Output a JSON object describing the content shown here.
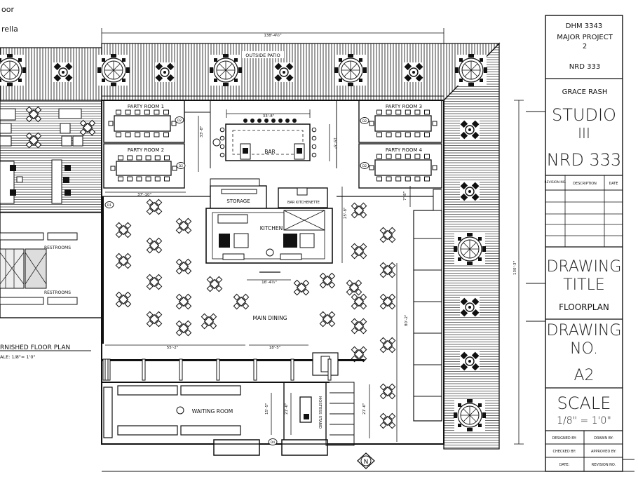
{
  "title_block": {
    "course": "DHM 3343",
    "project_line1": "MAJOR PROJECT",
    "project_line2": "2",
    "course_code": "NRD 333",
    "designer_name": "GRACE RASH",
    "studio_line1": "STUDIO",
    "studio_line2": "III",
    "studio_code": "NRD 333",
    "revision_headers": [
      "REVISION NO.",
      "DESCRIPTION",
      "DATE"
    ],
    "drawing_title_line1": "DRAWING",
    "drawing_title_line2": "TITLE",
    "drawing_title_value": "FLOORPLAN",
    "drawing_no_line1": "DRAWING",
    "drawing_no_line2": "NO.",
    "drawing_no_value": "A2",
    "scale_label": "SCALE",
    "scale_value": "1/8\" = 1'0\"",
    "sign_labels": [
      "DESIGNED BY:",
      "DRAWN BY:",
      "CHECKED BY:",
      "APPROVED BY:",
      "DATE:",
      "REVISION NO."
    ]
  },
  "left_fragment": {
    "line1": "oor",
    "line2": "rella",
    "plan_title": "RNISHED FLOOR PLAN",
    "plan_scale": "ALE: 1/8\"= 1'0\""
  },
  "rooms": {
    "outside_patio": "OUTSIDE PATIO",
    "party_room_1": "PARTY ROOM 1",
    "party_room_2": "PARTY ROOM 2",
    "party_room_3": "PARTY ROOM 3",
    "party_room_4": "PARTY ROOM 4",
    "bar": "BAR",
    "storage": "STORAGE",
    "bar_kitchenette": "BAR KITCHENETTE",
    "kitchen": "KITCHEN",
    "restrooms_1": "RESTROOMS",
    "restrooms_2": "RESTROOMS",
    "main_dining": "MAIN DINING",
    "waiting_room": "WAITING ROOM",
    "hostess_stand": "HOSTESS STAND"
  },
  "dimensions": {
    "overall_width": "138'-4½\"",
    "bar_width": "33'-8\"",
    "bar_depth": "15'-5\"",
    "party_room_depth": "33'-8\"",
    "dining_left": "37'-10\"",
    "kitchen_depth": "25'-8\"",
    "corridor": "7'-8\"",
    "small_span": "16'-4½\"",
    "lower_left": "55'-2\"",
    "lower_mid": "18'-5\"",
    "right_run": "80'-2\"",
    "overall_height": "130'-3\"",
    "waiting_1": "15'-5\"",
    "waiting_2": "21'-6\"",
    "hostess_dim": "21'-6\""
  },
  "tags": {
    "d1": "D1",
    "d2a": "D2",
    "d2b": "D2",
    "d2c": "D2",
    "d2d": "D2",
    "d4": "D4",
    "north": "N"
  }
}
